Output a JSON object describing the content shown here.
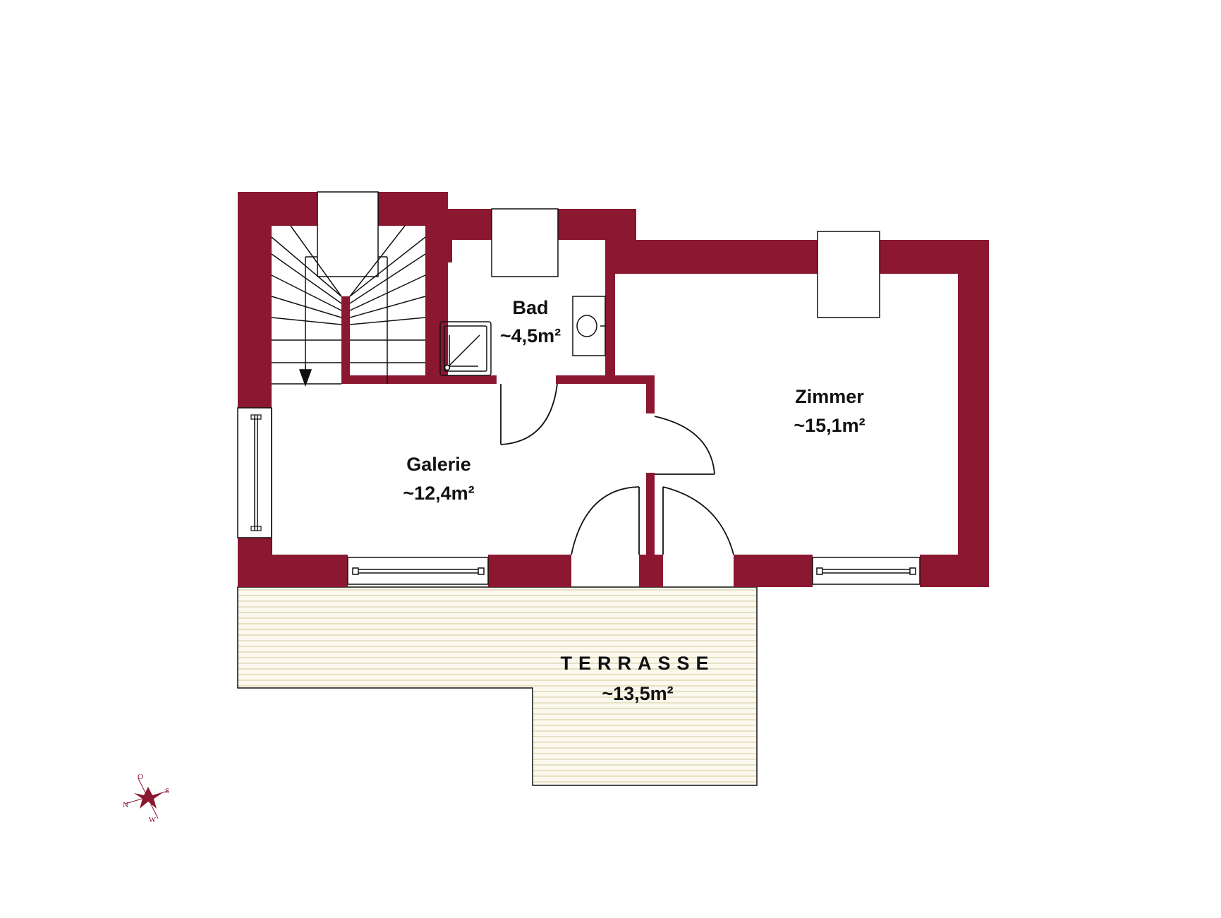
{
  "colors": {
    "wall": "#8b1730",
    "line": "#111111",
    "terrace_fill": "#fbf8ee",
    "terrace_line": "#d8d2a8",
    "compass": "#8b1730"
  },
  "rooms": {
    "bad": {
      "name": "Bad",
      "area": "~4,5m²"
    },
    "zimmer": {
      "name": "Zimmer",
      "area": "~15,1m²"
    },
    "galerie": {
      "name": "Galerie",
      "area": "~12,4m²"
    }
  },
  "terrace": {
    "name": "TERRASSE",
    "area": "~13,5m²"
  },
  "compass": {
    "north": "N",
    "east": "O",
    "south": "S",
    "west": "W"
  },
  "icons": {
    "stairs": "staircase-icon",
    "shower": "shower-tray-icon",
    "sink": "washbasin-icon",
    "skylight": "skylight-icon",
    "window": "window-icon",
    "door": "door-swing-icon",
    "compass": "compass-rose-icon"
  }
}
